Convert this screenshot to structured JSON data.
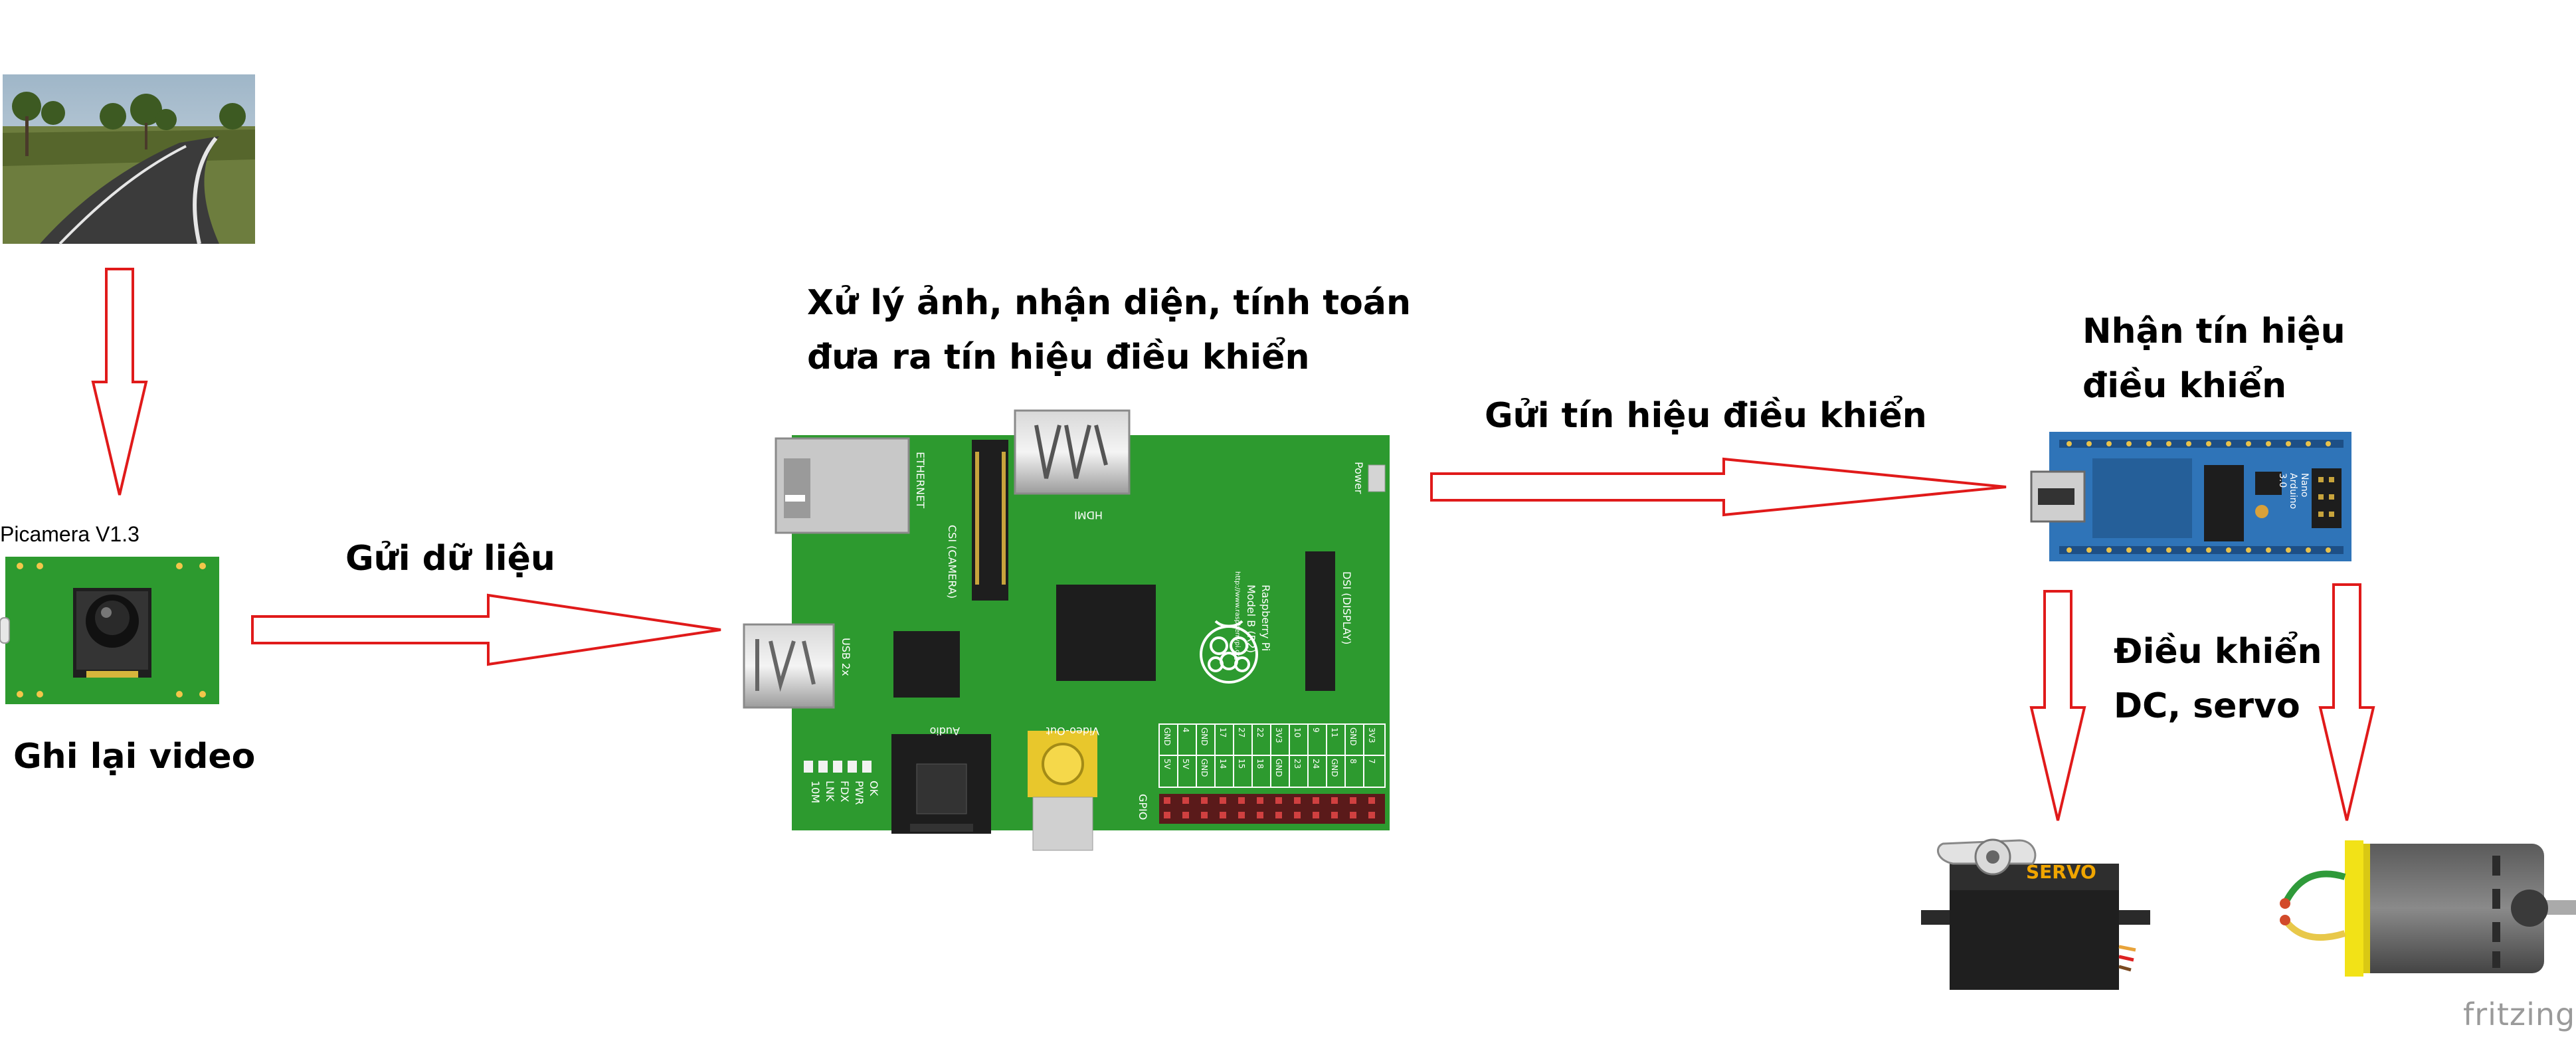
{
  "labels": {
    "camera_model": "Picamera V1.3",
    "record_video": "Ghi lại video",
    "send_data": "Gửi dữ liệu",
    "processing_line1": "Xử lý ảnh, nhận diện, tính toán",
    "processing_line2": "đưa ra tín hiệu điều khiển",
    "send_control": "Gửi tín hiệu điều khiển",
    "receive_line1": "Nhận tín hiệu",
    "receive_line2": "điều khiển",
    "control_line1": "Điều khiển",
    "control_line2": "DC, servo",
    "watermark": "fritzing"
  },
  "rpi": {
    "board_line1": "Raspberry Pi",
    "board_line2": "Model B (R2)",
    "website": "http://www.raspberrypi.org",
    "ports": [
      "ETHERNET",
      "CSI (CAMERA)",
      "HDMI",
      "Power",
      "DSI (DISPLAY)",
      "USB 2x",
      "Audio",
      "Video-Out",
      "GPIO"
    ],
    "leds": [
      "OK",
      "PWR",
      "FDX",
      "LNK",
      "10M"
    ],
    "gpio_top": [
      "GND",
      "4",
      "GND",
      "17",
      "27",
      "22",
      "3V3",
      "10",
      "9",
      "11",
      "GND",
      "3V3"
    ],
    "gpio_bottom": [
      "5V",
      "5V",
      "GND",
      "14",
      "15",
      "18",
      "GND",
      "23",
      "24",
      "GND",
      "8",
      "7"
    ]
  },
  "arduino": {
    "name": "Arduino",
    "model": "Nano",
    "version": "3.0"
  },
  "servo": {
    "label": "SERVO"
  },
  "colors": {
    "arrow_stroke": "#e01a1a",
    "rpi_board": "#2d9a2f",
    "arduino_board": "#2f74b8",
    "servo_label": "#f0a500",
    "motor_cap": "#f2e217",
    "watermark": "#9a9a9a"
  },
  "icons": [
    "road-photo",
    "camera-module-icon",
    "raspberry-pi-icon",
    "arduino-nano-icon",
    "servo-icon",
    "dc-motor-icon"
  ]
}
